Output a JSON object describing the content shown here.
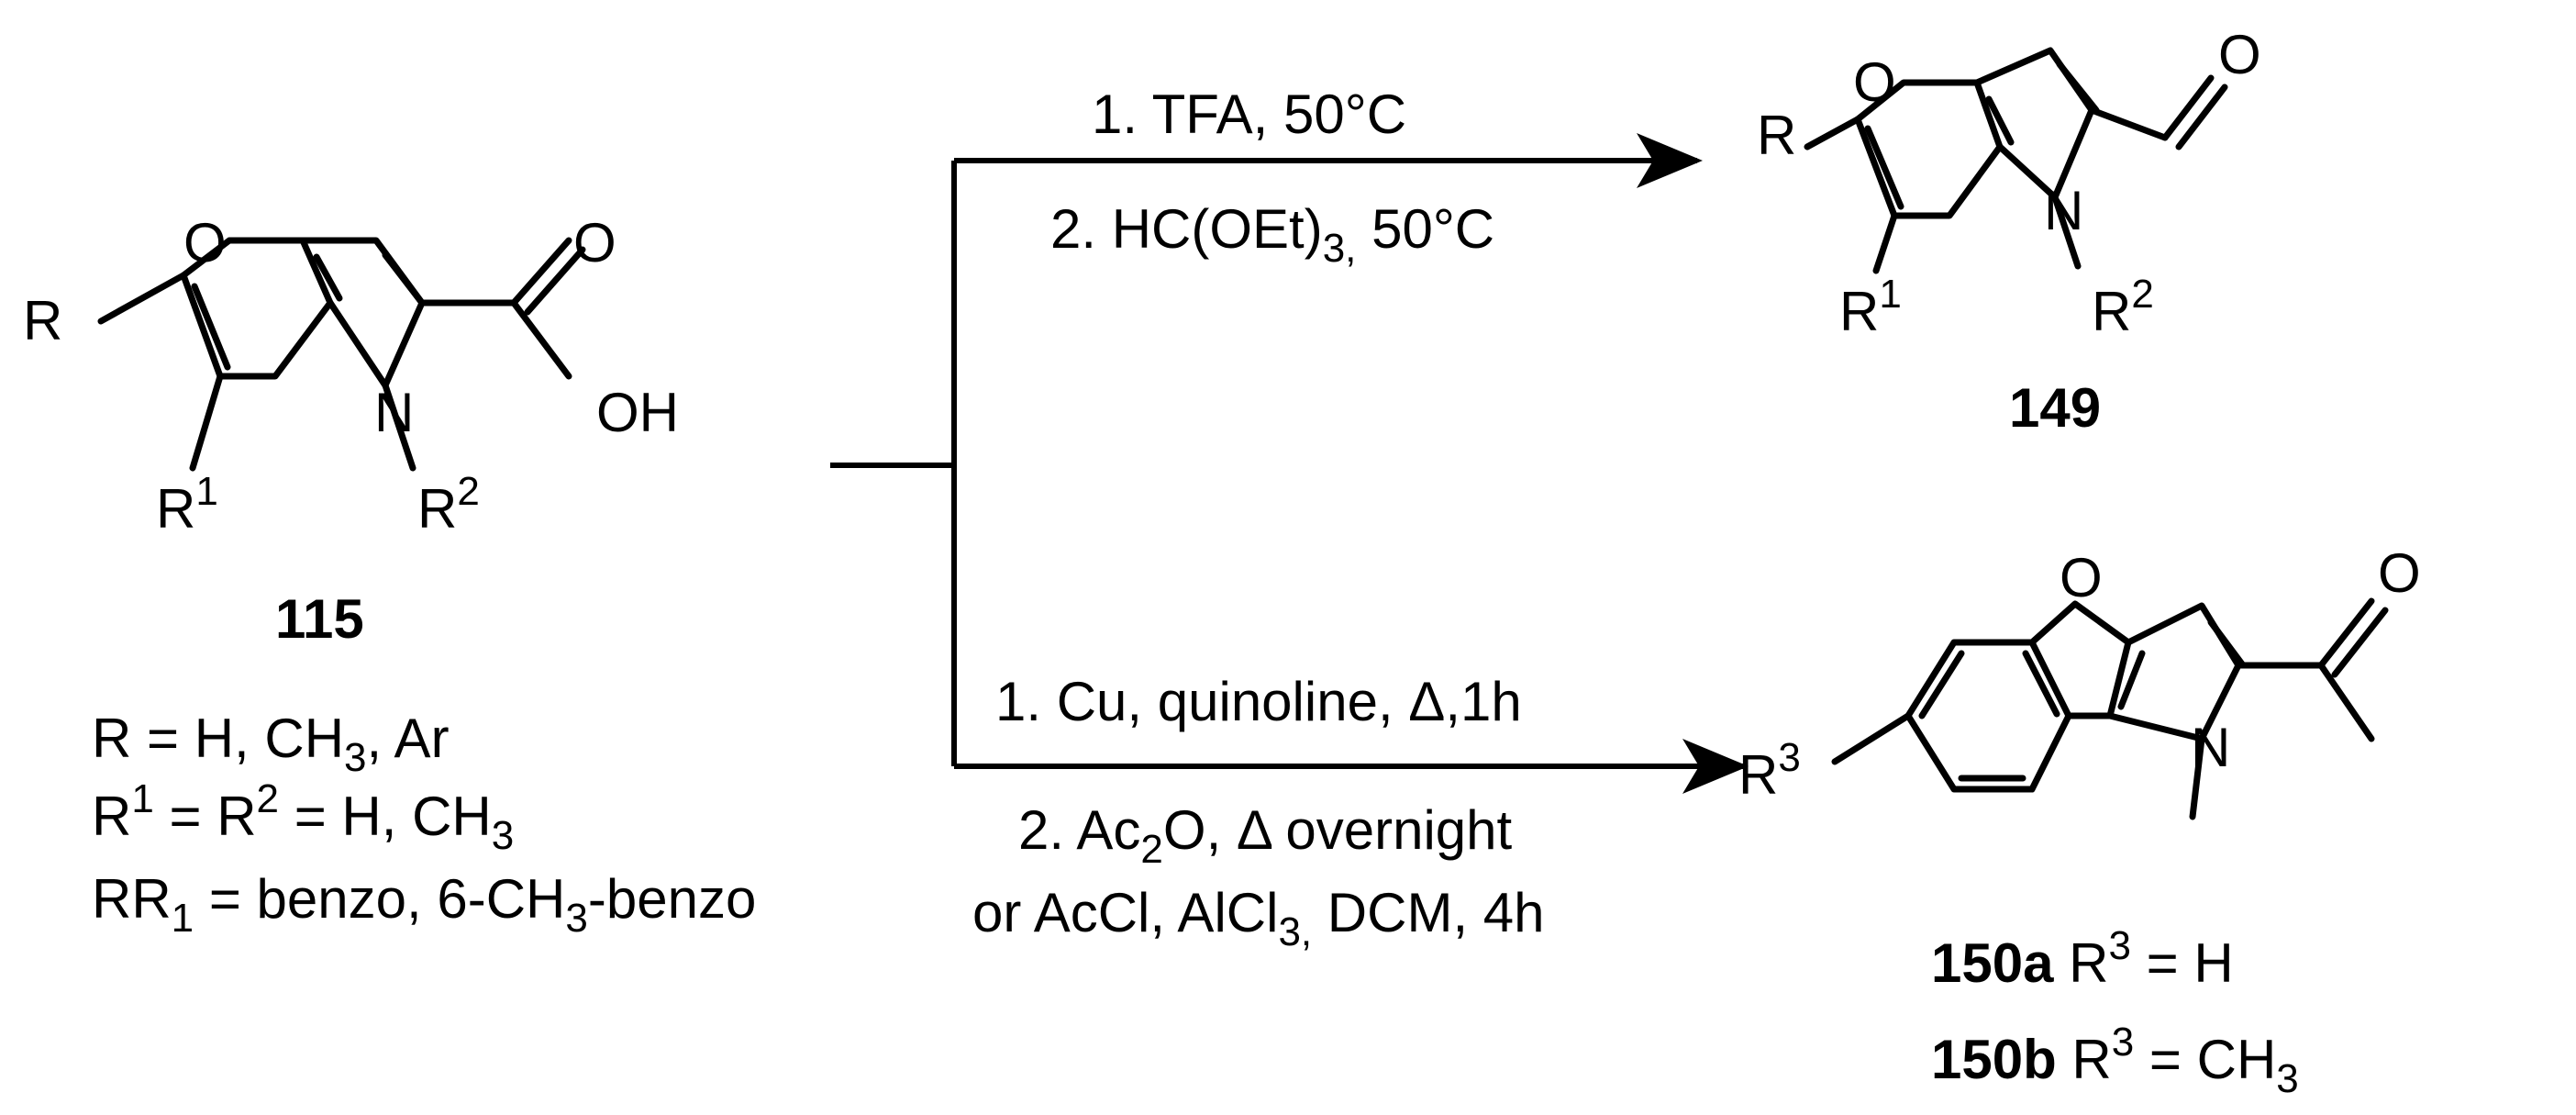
{
  "compound_115": {
    "label": "115",
    "atoms": {
      "O": "O",
      "N": "N",
      "carbonyl_O": "O",
      "OH": "OH",
      "R": "R",
      "R1_base": "R",
      "R1_sup": "1",
      "R2_base": "R",
      "R2_sup": "2"
    },
    "substituents": {
      "line1_a": "R = H, CH",
      "line1_sub": "3",
      "line1_b": ", Ar",
      "line2_a": "R",
      "line2_sup1": "1",
      "line2_b": " = R",
      "line2_sup2": "2",
      "line2_c": " = H, CH",
      "line2_sub": "3",
      "line3_a": "RR",
      "line3_sub1": "1",
      "line3_b": " = benzo, 6-CH",
      "line3_sub2": "3",
      "line3_c": "-benzo"
    }
  },
  "top_conditions": {
    "step1": "1. TFA, 50°C",
    "step2_a": "2. HC(OEt)",
    "step2_sub": "3,",
    "step2_b": " 50°C"
  },
  "bottom_conditions": {
    "step1": "1. Cu, quinoline, Δ,1h",
    "step2_a": "2. Ac",
    "step2_sub": "2",
    "step2_b": "O, Δ overnight",
    "step3_a": "or AcCl, AlCl",
    "step3_sub": "3,",
    "step3_b": " DCM, 4h"
  },
  "compound_149": {
    "label": "149",
    "atoms": {
      "O": "O",
      "N": "N",
      "carbonyl_O": "O",
      "R": "R",
      "R1_base": "R",
      "R1_sup": "1",
      "R2_base": "R",
      "R2_sup": "2"
    }
  },
  "compound_150": {
    "atoms": {
      "O": "O",
      "N": "N",
      "carbonyl_O": "O",
      "R3_base": "R",
      "R3_sup": "3"
    },
    "a_label": "150a",
    "a_text_a": " R",
    "a_sup": "3",
    "a_text_b": " = H",
    "b_label": "150b",
    "b_text_a": " R",
    "b_sup": "3",
    "b_text_b": " = CH",
    "b_sub": "3"
  }
}
